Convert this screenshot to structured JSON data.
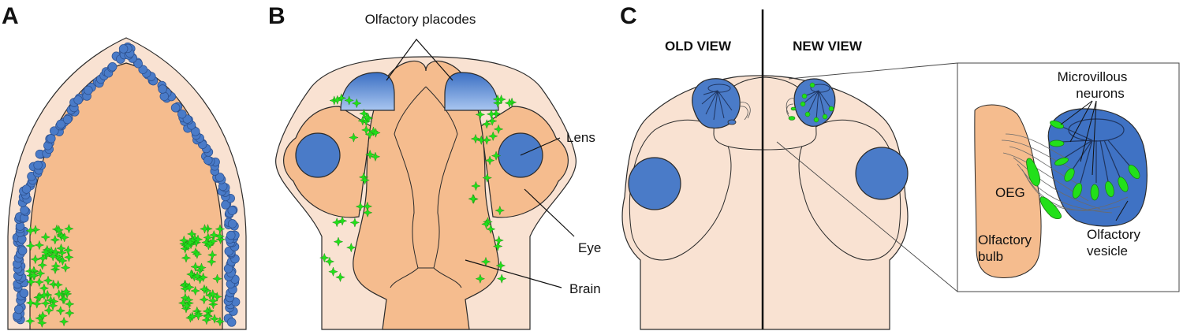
{
  "panels": {
    "a": {
      "letter": "A"
    },
    "b": {
      "letter": "B",
      "labels": {
        "placodes": "Olfactory placodes",
        "lens": "Lens",
        "eye": "Eye",
        "brain": "Brain"
      }
    },
    "c": {
      "letter": "C",
      "old_view": "OLD VIEW",
      "new_view": "NEW VIEW",
      "inset": {
        "microvillous_line1": "Microvillous",
        "microvillous_line2": "neurons",
        "oeg": "OEG",
        "bulb_line1": "Olfactory",
        "bulb_line2": "bulb",
        "vesicle_line1": "Olfactory",
        "vesicle_line2": "vesicle"
      }
    }
  },
  "colors": {
    "tissue": "#f9e2d2",
    "brain": "#f5bc8e",
    "placode": "#3f72c4",
    "neuron": "#22e01a",
    "outline": "#2a2a2a"
  }
}
